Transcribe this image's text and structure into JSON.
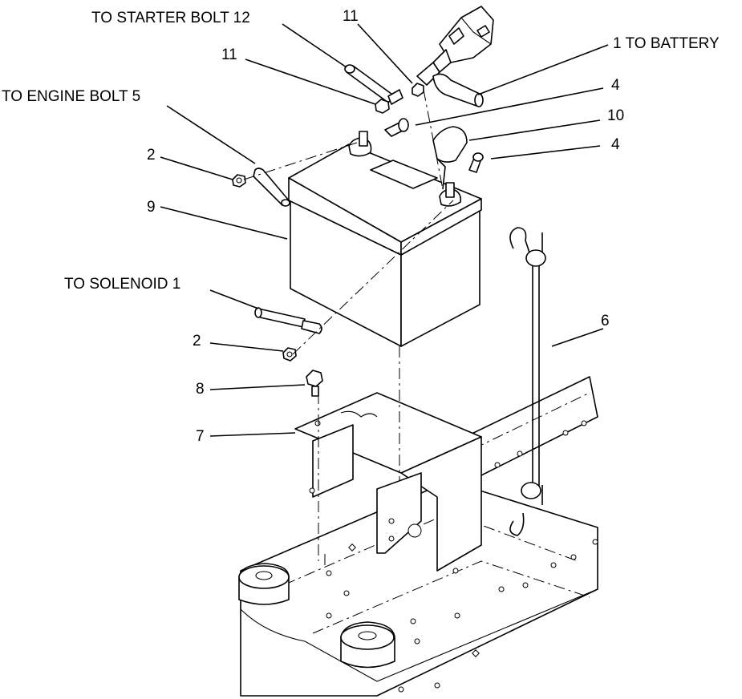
{
  "callouts": {
    "starter_bolt": "TO STARTER BOLT  12",
    "n11_top": "11",
    "battery": "1  TO BATTERY",
    "n11_left": "11",
    "n4_top": "4",
    "engine_bolt": "TO ENGINE BOLT  5",
    "n10": "10",
    "n4_right": "4",
    "n2_top": "2",
    "n9": "9",
    "solenoid": "TO SOLENOID  1",
    "n6": "6",
    "n2_bottom": "2",
    "n8": "8",
    "n7": "7"
  }
}
